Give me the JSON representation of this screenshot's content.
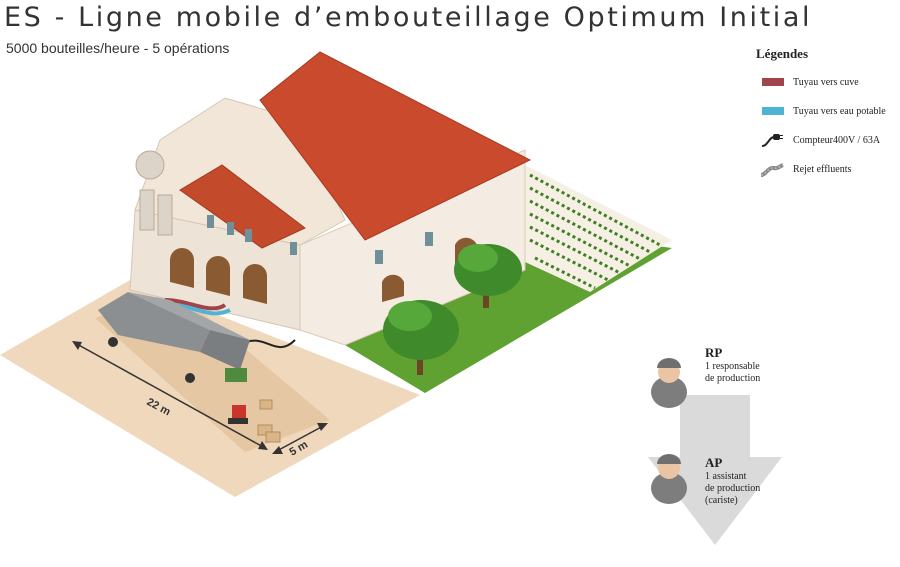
{
  "header": {
    "title": "ES - Ligne mobile d’embouteillage Optimum Initial",
    "subtitle": "5000 bouteilles/heure - 5 opérations"
  },
  "legend": {
    "title": "Légendes",
    "items": [
      {
        "label": "Tuyau vers cuve",
        "icon": "swatch",
        "color": "#a0434b"
      },
      {
        "label": "Tuyau vers eau potable",
        "icon": "swatch",
        "color": "#4fb3d6"
      },
      {
        "label": "Compteur400V / 63A",
        "icon": "power-cable-icon"
      },
      {
        "label": "Rejet effluents",
        "icon": "effluent-hose-icon"
      }
    ]
  },
  "dimensions": {
    "length": "22 m",
    "width": "5 m"
  },
  "roles": [
    {
      "code": "RP",
      "lines": [
        "1 responsable",
        "de production"
      ]
    },
    {
      "code": "AP",
      "lines": [
        "1 assistant",
        "de production",
        "(cariste)"
      ]
    }
  ]
}
